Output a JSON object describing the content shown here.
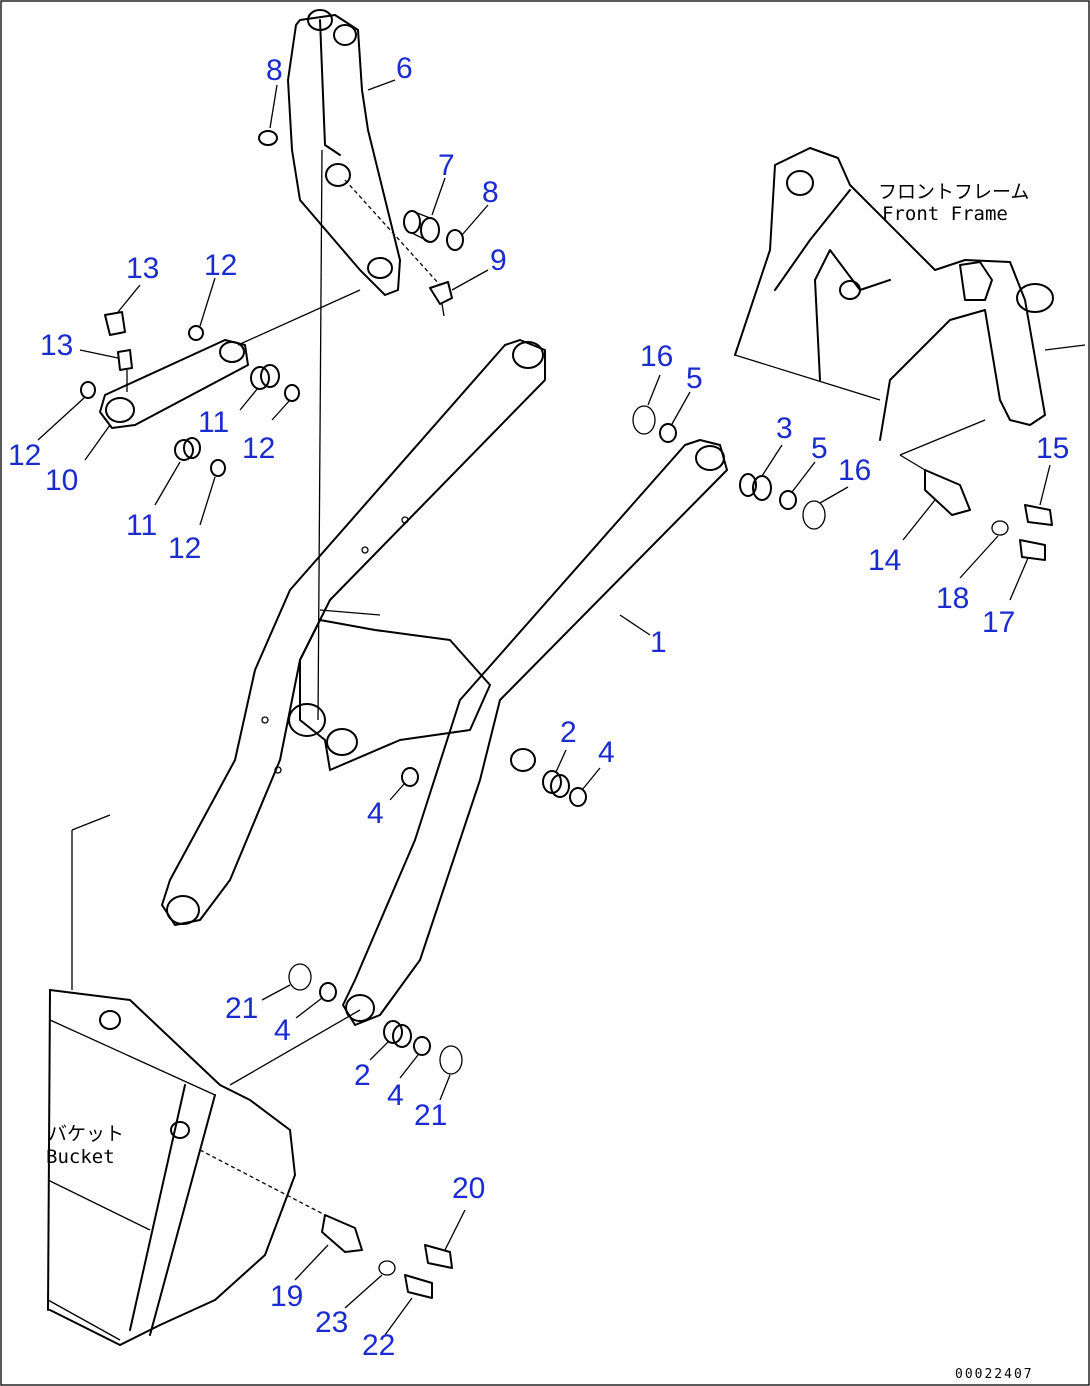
{
  "labels": {
    "front_frame_jp": "フロントフレーム",
    "front_frame_en": "Front Frame",
    "bucket_jp": "バケット",
    "bucket_en": "Bucket",
    "drawing_code": "00022407"
  },
  "callouts": [
    {
      "id": "c1",
      "text": "1"
    },
    {
      "id": "c2a",
      "text": "2"
    },
    {
      "id": "c2b",
      "text": "2"
    },
    {
      "id": "c3",
      "text": "3"
    },
    {
      "id": "c4a",
      "text": "4"
    },
    {
      "id": "c4b",
      "text": "4"
    },
    {
      "id": "c4c",
      "text": "4"
    },
    {
      "id": "c4d",
      "text": "4"
    },
    {
      "id": "c5a",
      "text": "5"
    },
    {
      "id": "c5b",
      "text": "5"
    },
    {
      "id": "c6",
      "text": "6"
    },
    {
      "id": "c7",
      "text": "7"
    },
    {
      "id": "c8a",
      "text": "8"
    },
    {
      "id": "c8b",
      "text": "8"
    },
    {
      "id": "c9",
      "text": "9"
    },
    {
      "id": "c10",
      "text": "10"
    },
    {
      "id": "c11a",
      "text": "11"
    },
    {
      "id": "c11b",
      "text": "11"
    },
    {
      "id": "c12a",
      "text": "12"
    },
    {
      "id": "c12b",
      "text": "12"
    },
    {
      "id": "c12c",
      "text": "12"
    },
    {
      "id": "c12d",
      "text": "12"
    },
    {
      "id": "c13a",
      "text": "13"
    },
    {
      "id": "c13b",
      "text": "13"
    },
    {
      "id": "c14",
      "text": "14"
    },
    {
      "id": "c15",
      "text": "15"
    },
    {
      "id": "c16a",
      "text": "16"
    },
    {
      "id": "c16b",
      "text": "16"
    },
    {
      "id": "c17",
      "text": "17"
    },
    {
      "id": "c18",
      "text": "18"
    },
    {
      "id": "c19",
      "text": "19"
    },
    {
      "id": "c20",
      "text": "20"
    },
    {
      "id": "c21a",
      "text": "21"
    },
    {
      "id": "c21b",
      "text": "21"
    },
    {
      "id": "c22",
      "text": "22"
    },
    {
      "id": "c23",
      "text": "23"
    }
  ]
}
